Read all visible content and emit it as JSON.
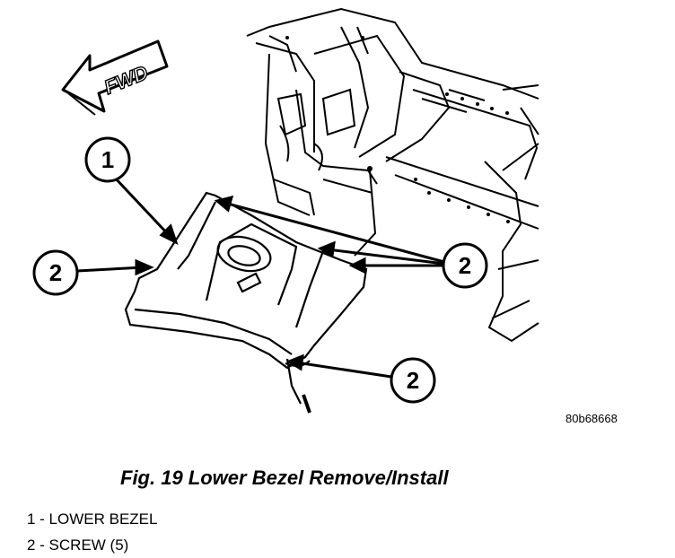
{
  "diagram": {
    "fwd_label": "FWD",
    "callouts": [
      "1",
      "2",
      "2",
      "2"
    ],
    "figure_code": "80b68668"
  },
  "caption": "Fig. 19 Lower Bezel Remove/Install",
  "legend": [
    "1 - LOWER BEZEL",
    "2 - SCREW (5)"
  ]
}
